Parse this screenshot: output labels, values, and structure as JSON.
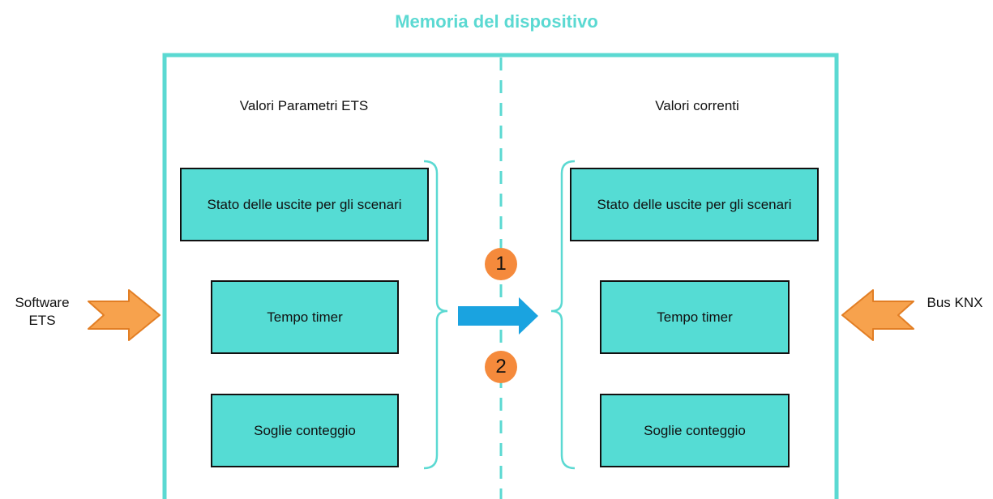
{
  "title": "Memoria del dispositivo",
  "left_section": {
    "heading": "Valori Parametri ETS",
    "boxes": [
      "Stato delle uscite per gli scenari",
      "Tempo timer",
      "Soglie conteggio"
    ]
  },
  "right_section": {
    "heading": "Valori correnti",
    "boxes": [
      "Stato delle uscite per gli scenari",
      "Tempo timer",
      "Soglie conteggio"
    ]
  },
  "inputs": {
    "left": "Software ETS",
    "right": "Bus KNX"
  },
  "steps": [
    "1",
    "2"
  ],
  "colors": {
    "accent": "#5bd9d2",
    "box_fill": "#55dcd4",
    "step_badge": "#f58a3c",
    "input_arrow": "#f7a24d",
    "transfer_arrow": "#1aa3e0"
  },
  "icons": {
    "input_arrows": "orange-arrow-icon",
    "transfer": "blue-arrow-icon",
    "grouping": "curly-brace-icon"
  }
}
